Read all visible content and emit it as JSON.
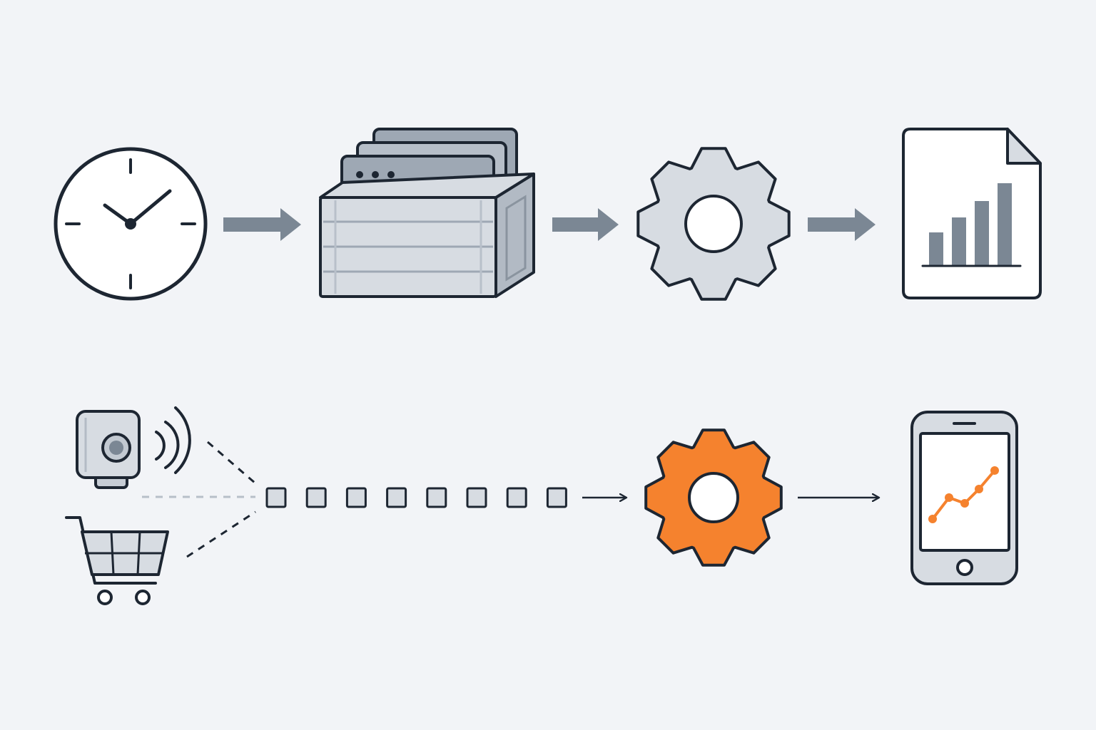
{
  "diagram": {
    "rows": [
      {
        "name": "batch-pipeline",
        "stages": [
          "clock-icon",
          "batch-box-icon",
          "gear-icon",
          "report-document-icon"
        ],
        "connector": "solid-thick-arrow"
      },
      {
        "name": "streaming-pipeline",
        "sources": [
          "sensor-device-icon",
          "shopping-cart-icon"
        ],
        "stream": {
          "event_count": 8,
          "event_shape": "square"
        },
        "stages": [
          "gear-icon",
          "smartphone-chart-icon"
        ],
        "connector": "thin-line-arrow"
      }
    ]
  },
  "colors": {
    "background": "#f2f4f7",
    "outline": "#1d2632",
    "fill_light": "#d7dce2",
    "fill_mid": "#9ea8b4",
    "arrow": "#7b8794",
    "accent": "#f5822e",
    "white": "#ffffff"
  }
}
